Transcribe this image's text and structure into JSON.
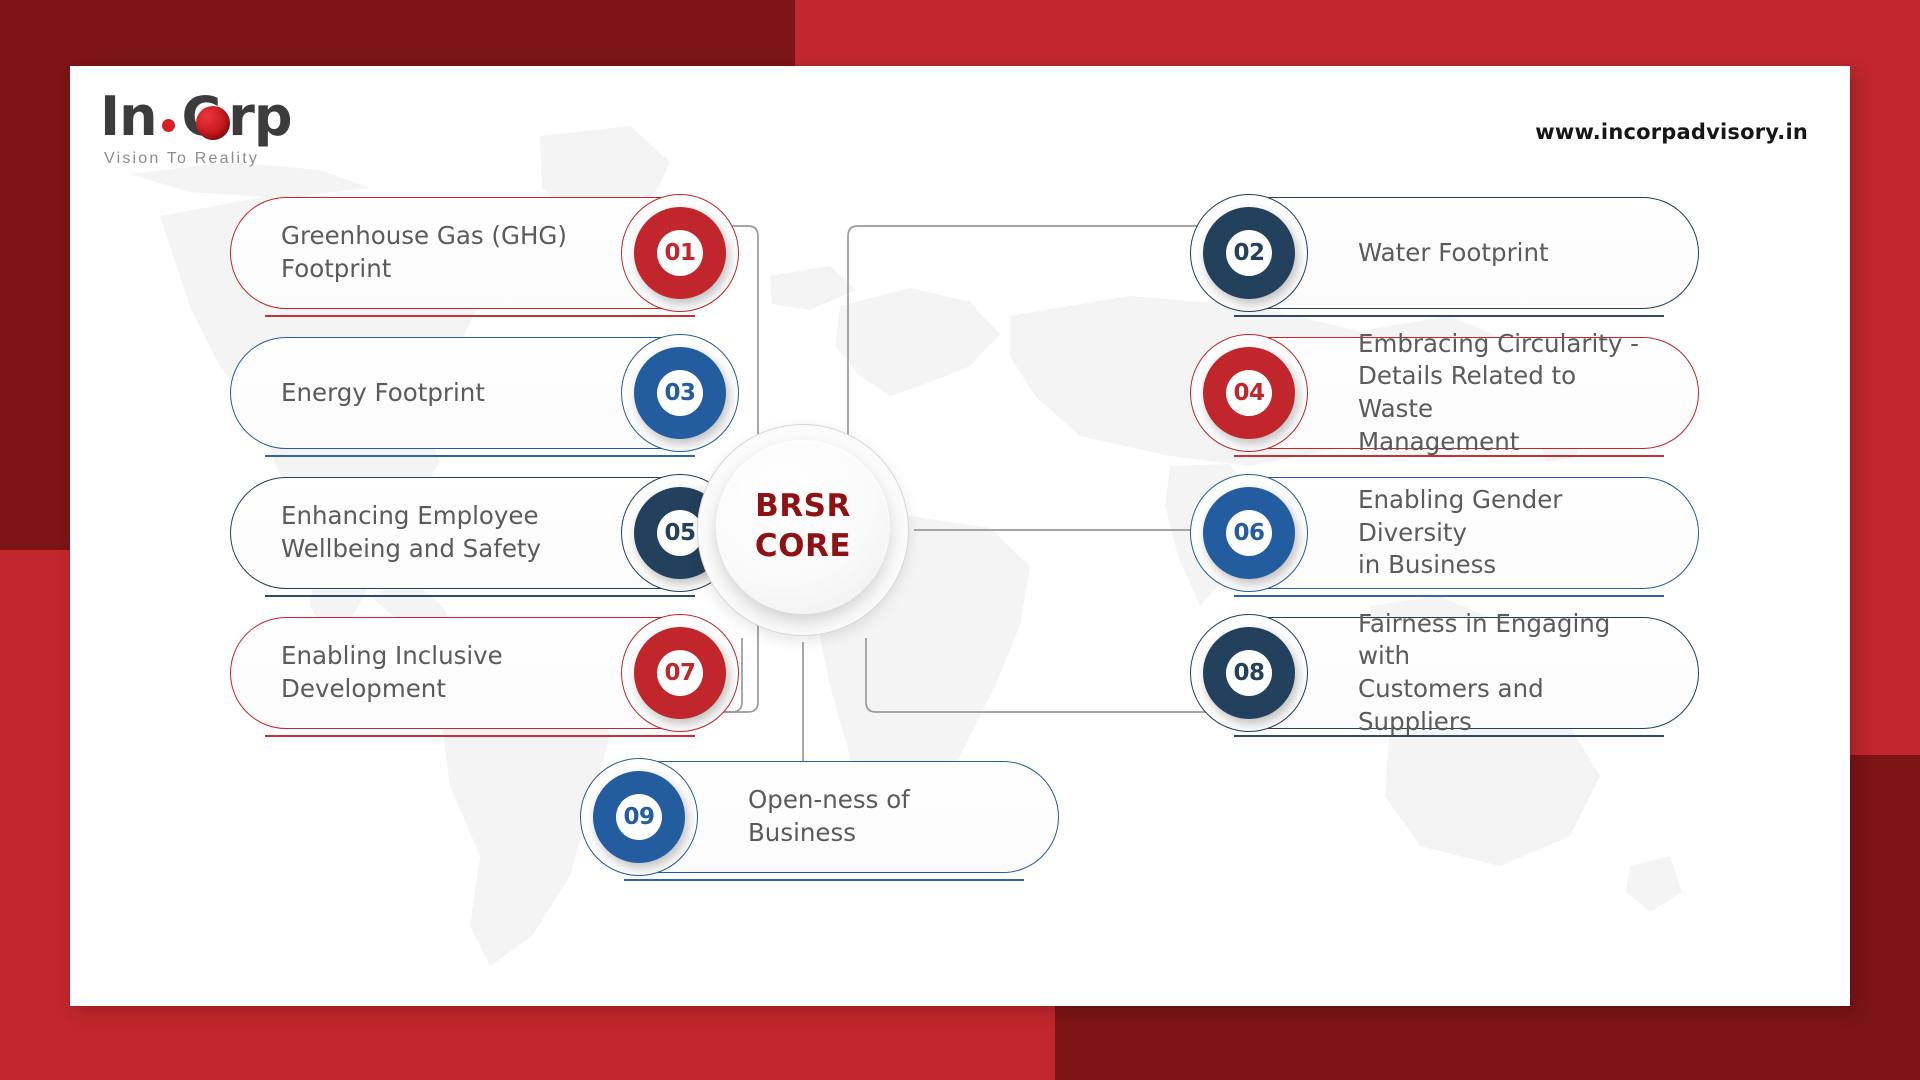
{
  "brand": {
    "logo_text_1": "In",
    "logo_dot": "dot",
    "logo_text_2": "C",
    "logo_text_3": "rp",
    "tagline": "Vision To Reality",
    "website": "www.incorpadvisory.in"
  },
  "hub": {
    "line1": "BRSR",
    "line2": "CORE"
  },
  "colors": {
    "red": "#c0262b",
    "navy": "#23405c",
    "blue": "#235d9f",
    "frame_dark": "#7d1416",
    "frame_bright": "#c1272c",
    "hub_text": "#8e1113",
    "item_text": "#5b5b5b",
    "connector": "#9a9a9a"
  },
  "items": [
    {
      "number": "01",
      "label": "Greenhouse Gas (GHG)\nFootprint",
      "color": "#c0262b",
      "side": "left"
    },
    {
      "number": "02",
      "label": "Water Footprint",
      "color": "#23405c",
      "side": "right"
    },
    {
      "number": "03",
      "label": "Energy Footprint",
      "color": "#235d9f",
      "side": "left"
    },
    {
      "number": "04",
      "label": "Embracing Circularity -\nDetails Related to Waste\nManagement",
      "color": "#c0262b",
      "side": "right"
    },
    {
      "number": "05",
      "label": "Enhancing Employee\nWellbeing and Safety",
      "color": "#23405c",
      "side": "left"
    },
    {
      "number": "06",
      "label": "Enabling Gender Diversity\nin Business",
      "color": "#235d9f",
      "side": "right"
    },
    {
      "number": "07",
      "label": "Enabling Inclusive\nDevelopment",
      "color": "#c0262b",
      "side": "left"
    },
    {
      "number": "08",
      "label": "Fairness in Engaging with\nCustomers and Suppliers",
      "color": "#23405c",
      "side": "right"
    },
    {
      "number": "09",
      "label": "Open-ness of Business",
      "color": "#235d9f",
      "side": "bottom"
    }
  ]
}
